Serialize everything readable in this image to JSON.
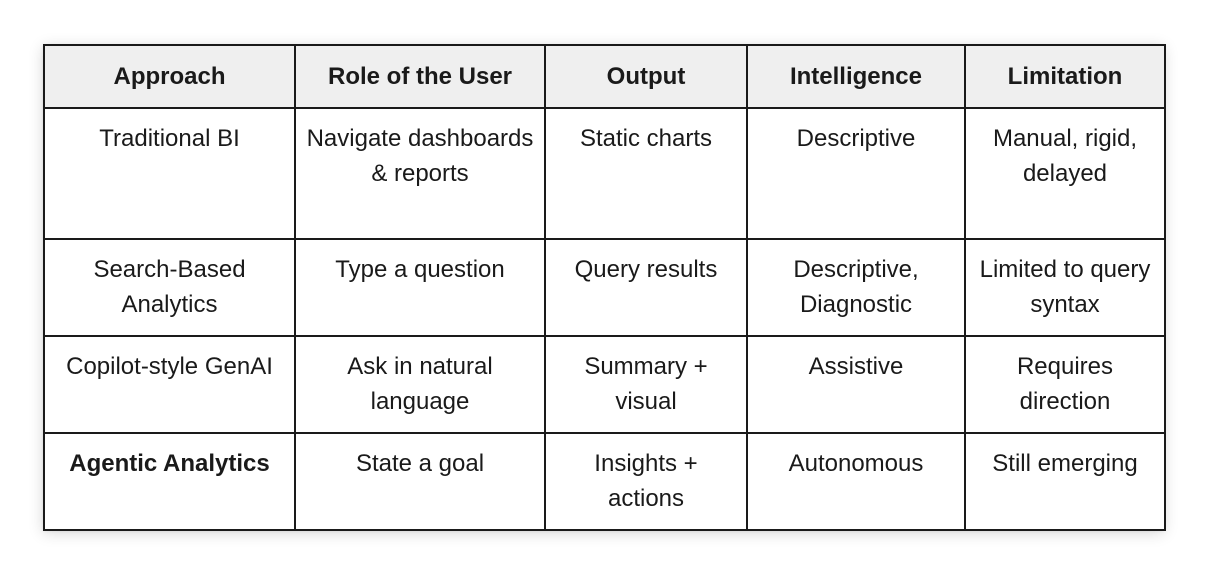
{
  "table": {
    "headers": [
      "Approach",
      "Role of the User",
      "Output",
      "Intelligence",
      "Limitation"
    ],
    "rows": [
      [
        "Traditional BI",
        "Navigate dashboards & reports",
        "Static charts",
        "Descriptive",
        "Manual, rigid, delayed"
      ],
      [
        "Search-Based Analytics",
        "Type a question",
        "Query results",
        "Descriptive, Diagnostic",
        "Limited to query syntax"
      ],
      [
        "Copilot-style GenAI",
        "Ask in natural language",
        "Summary + visual",
        "Assistive",
        "Requires direction"
      ],
      [
        "Agentic Analytics",
        "State a goal",
        "Insights + actions",
        "Autonomous",
        "Still emerging"
      ]
    ]
  }
}
